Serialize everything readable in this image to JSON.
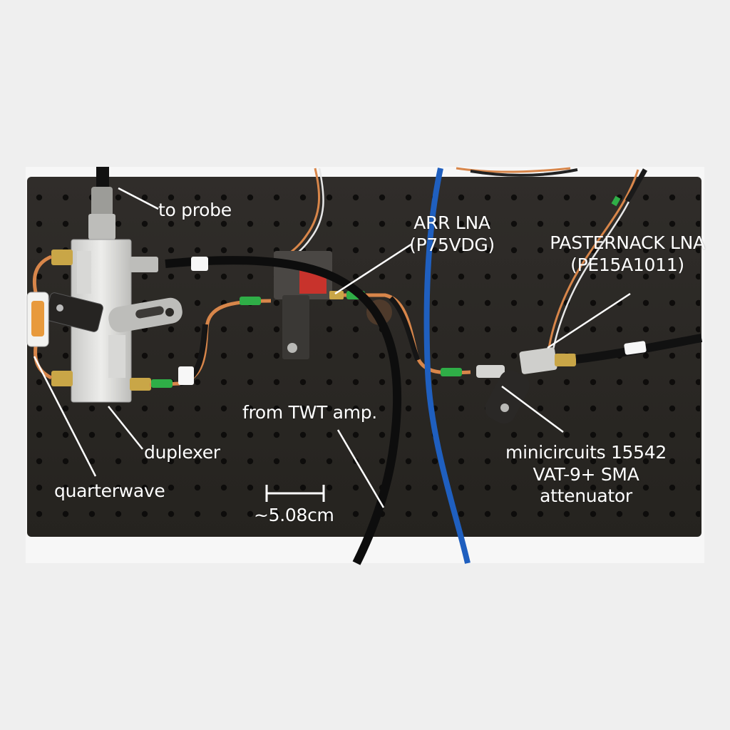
{
  "colors": {
    "background": "#efefef",
    "board": "#2b2926",
    "label_text": "#ffffff",
    "coax_blue": "#1f5fbf",
    "coax_black": "#0d0d0d",
    "semi_rigid_orange": "#d8864a",
    "heat_shrink_green": "#2fae47",
    "connector_gold": "#c9a647",
    "duplexer_body": "#e4e4e2"
  },
  "labels": {
    "to_probe": "to probe",
    "arr_lna": [
      "ARR LNA",
      "(P75VDG)"
    ],
    "pasternack_lna": [
      "PASTERNACK LNA",
      "(PE15A1011)"
    ],
    "from_twt": "from TWT amp.",
    "duplexer": "duplexer",
    "quarterwave": "quarterwave",
    "scale_bar": "~5.08cm",
    "attenuator": [
      "minicircuits 15542",
      "VAT-9+ SMA",
      "attenuator"
    ]
  }
}
